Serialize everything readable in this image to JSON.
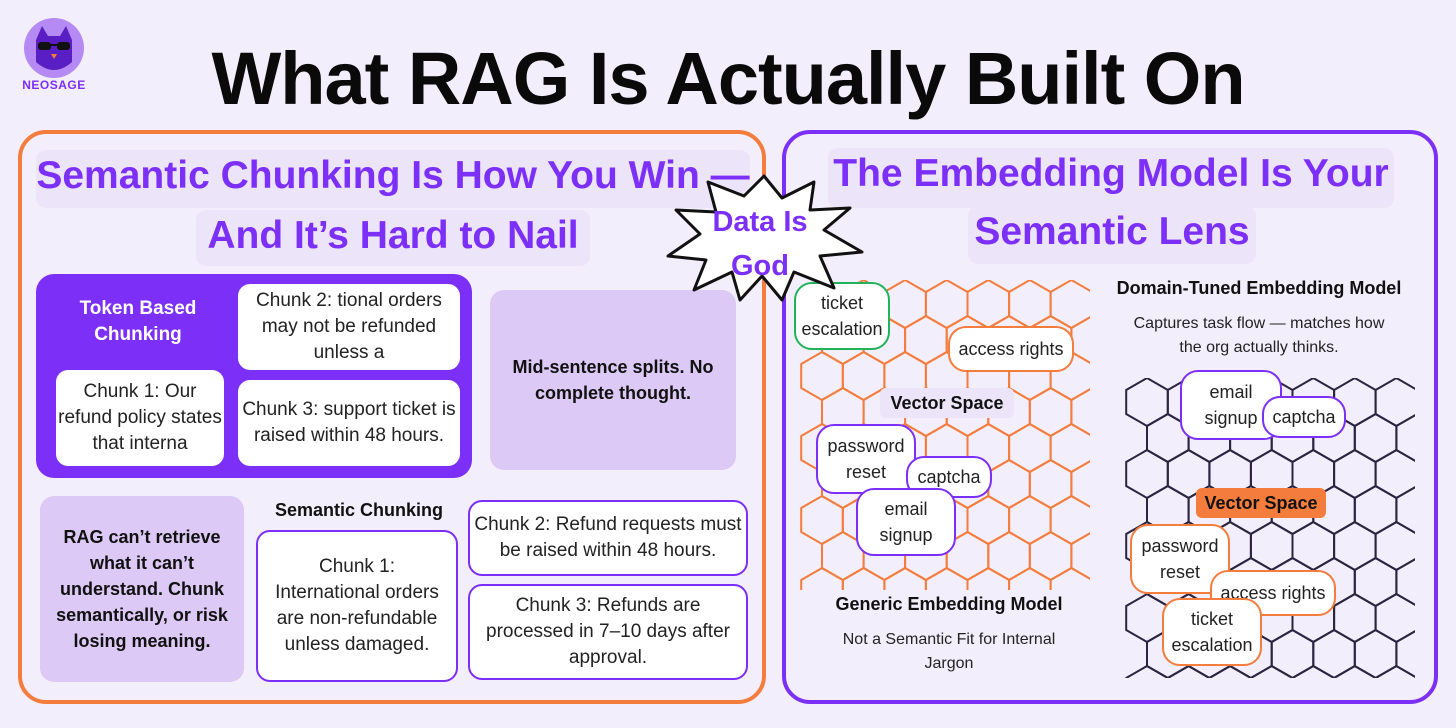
{
  "brand": {
    "name": "NEOSAGE",
    "logo_icon": "owl-logo-icon",
    "accent": "#7b2ff7",
    "secondary": "#f47c3c"
  },
  "title": "What RAG Is Actually Built On",
  "burst": {
    "line1": "Data Is",
    "line2": "God"
  },
  "left": {
    "heading_line1": "Semantic Chunking Is How You Win —",
    "heading_line2": "And It’s Hard to Nail",
    "token_label": "Token Based Chunking",
    "token_chunks": {
      "chunk1": "Chunk 1: Our refund policy states that interna",
      "chunk2": "Chunk 2: tional orders may not be refunded unless a",
      "chunk3": "Chunk 3: support ticket is raised within 48 hours."
    },
    "token_note": "Mid-sentence splits. No complete thought.",
    "semantic_label": "Semantic Chunking",
    "semantic_note": "RAG can’t retrieve what it can’t understand. Chunk semantically, or risk losing meaning.",
    "semantic_chunks": {
      "chunk1": "Chunk 1: International orders are non-refundable unless damaged.",
      "chunk2": "Chunk 2: Refund requests must be raised within 48 hours.",
      "chunk3": "Chunk 3: Refunds are processed in 7–10 days after approval."
    }
  },
  "right": {
    "heading_line1": "The Embedding Model Is Your",
    "heading_line2": "Semantic Lens",
    "generic": {
      "vector_label": "Vector Space",
      "terms": {
        "ticket": "ticket escalation",
        "access": "access rights",
        "password": "password reset",
        "captcha": "captcha",
        "email": "email signup"
      },
      "title": "Generic Embedding Model",
      "caption": "Not a Semantic Fit for Internal Jargon"
    },
    "tuned": {
      "vector_label": "Vector Space",
      "terms": {
        "email": "email signup",
        "captcha": "captcha",
        "password": "password reset",
        "access": "access rights",
        "ticket": "ticket escalation"
      },
      "title": "Domain-Tuned Embedding Model",
      "caption": "Captures task flow — matches how the org actually thinks."
    }
  }
}
